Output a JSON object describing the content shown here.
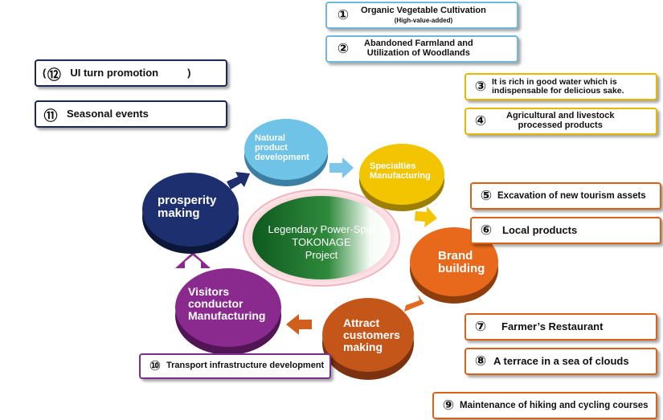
{
  "center": {
    "lines": [
      "Legendary Power-Spot",
      "TOKONAGE",
      "Project"
    ]
  },
  "cycle": [
    {
      "id": "natural",
      "lines": [
        "Natural",
        "product",
        "development"
      ],
      "color": "#6fc3e6"
    },
    {
      "id": "specialties",
      "lines": [
        "Specialties",
        "Manufacturing"
      ],
      "color": "#f2c500"
    },
    {
      "id": "brand",
      "lines": [
        "Brand",
        "building"
      ],
      "color": "#e8691c"
    },
    {
      "id": "attract",
      "lines": [
        "Attract",
        "customers",
        "making"
      ],
      "color": "#c4561a"
    },
    {
      "id": "visitors",
      "lines": [
        "Visitors",
        "conductor",
        "Manufacturing"
      ],
      "color": "#8a2a8f"
    },
    {
      "id": "prosperity",
      "lines": [
        "prosperity",
        "making"
      ],
      "color": "#1d2f6e"
    }
  ],
  "items": {
    "i1": {
      "num": "①",
      "text": "Organic Vegetable Cultivation",
      "sub": "(High-value-added)"
    },
    "i2": {
      "num": "②",
      "line1": "Abandoned Farmland and",
      "line2": "Utilization of Woodlands"
    },
    "i3": {
      "num": "③",
      "line1": "It is rich in good water which is",
      "line2": "indispensable for delicious sake."
    },
    "i4": {
      "num": "④",
      "line1": "Agricultural and livestock",
      "line2": "processed products"
    },
    "i5": {
      "num": "⑤",
      "text": "Excavation of new tourism assets"
    },
    "i6": {
      "num": "⑥",
      "text": "Local products"
    },
    "i7": {
      "num": "⑦",
      "text": "Farmer’s Restaurant"
    },
    "i8": {
      "num": "⑧",
      "text": "A terrace in a sea of clouds"
    },
    "i9": {
      "num": "⑨",
      "text": "Maintenance of hiking and cycling courses"
    },
    "i10": {
      "num": "⑩",
      "text": "Transport infrastructure development"
    },
    "i11": {
      "num": "⑪",
      "text": "Seasonal events"
    },
    "i12": {
      "prefix": "(",
      "num": "⑫",
      "text": "UI turn promotion",
      "suffix": ")"
    }
  },
  "colors": {
    "blue": "#6cb8e0",
    "yellow": "#e6b800",
    "orange": "#d9621b",
    "navy": "#1b2a55",
    "purple": "#7b2f8c",
    "center_green": "#1f6b2a"
  }
}
